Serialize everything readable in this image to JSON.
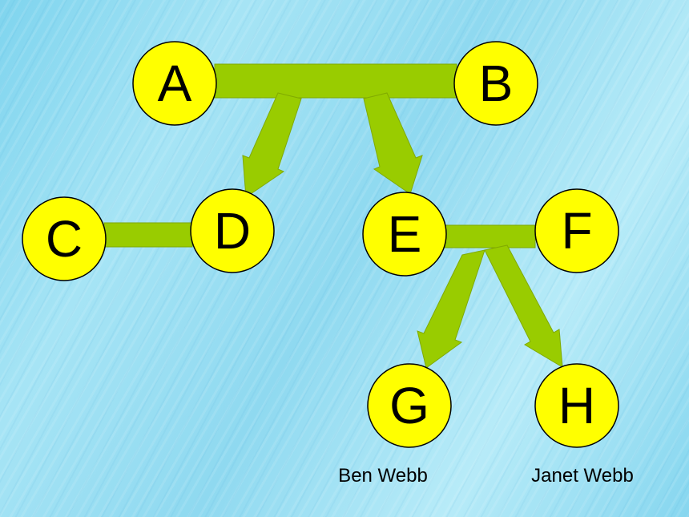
{
  "nodes": {
    "a": "A",
    "b": "B",
    "c": "C",
    "d": "D",
    "e": "E",
    "f": "F",
    "g": "G",
    "h": "H"
  },
  "captions": {
    "g": "Ben Webb",
    "h": "Janet Webb"
  },
  "colors": {
    "background": "#8fd9f0",
    "node_fill": "#ffff00",
    "connector": "#99cc00"
  }
}
